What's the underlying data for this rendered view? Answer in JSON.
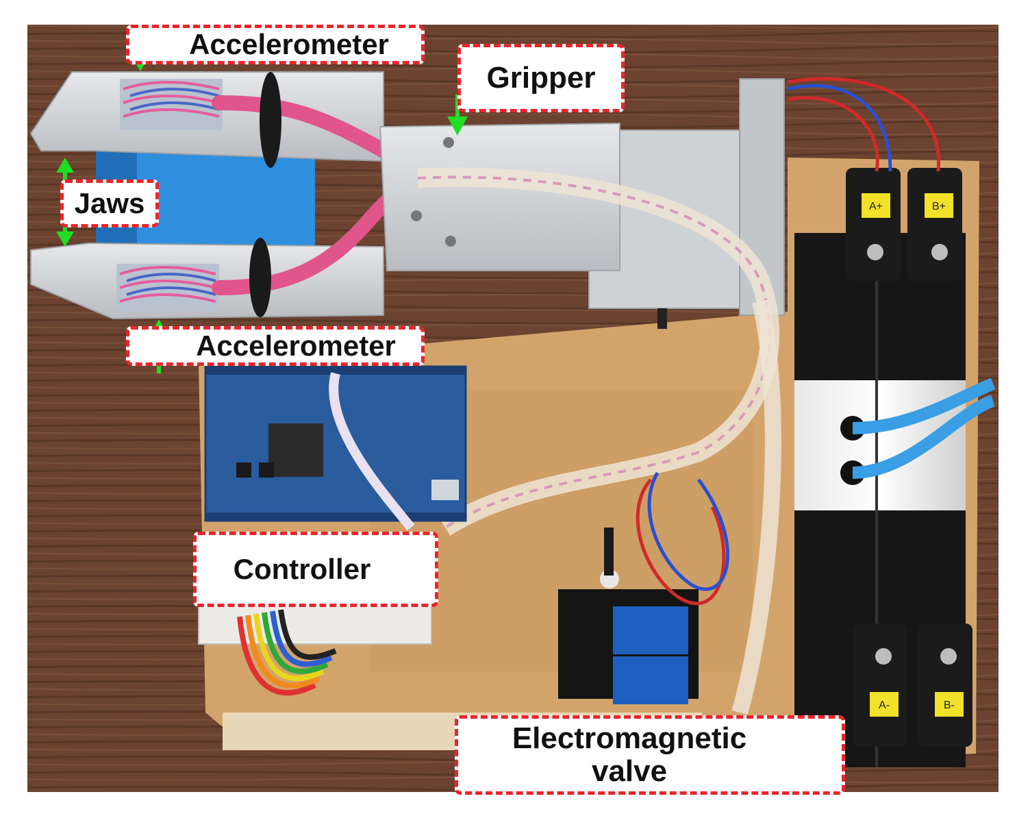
{
  "figure": {
    "labels": {
      "accelerometer_top": "Accelerometer",
      "gripper": "Gripper",
      "jaws": "Jaws",
      "accelerometer_bottom": "Accelerometer",
      "controller": "Controller",
      "valve": "Electromagnetic valve"
    },
    "valve_tags": [
      "A+",
      "B+",
      "A-",
      "B-"
    ],
    "colors": {
      "callout_border": "#e8262c",
      "arrow": "#22dd22",
      "wood_floor": "#6b4330",
      "mdf_board": "#d2a46c",
      "aluminium": "#d6d8da",
      "pcb_blue": "#2a5c9e",
      "relay_blue": "#1f5fbf",
      "valve_black": "#161616",
      "coil_yellow": "#f2e22a",
      "cable_pink": "#e0558a",
      "jaw_block_blue": "#2f8fdf",
      "tube_blue": "#3a9ee4"
    }
  }
}
